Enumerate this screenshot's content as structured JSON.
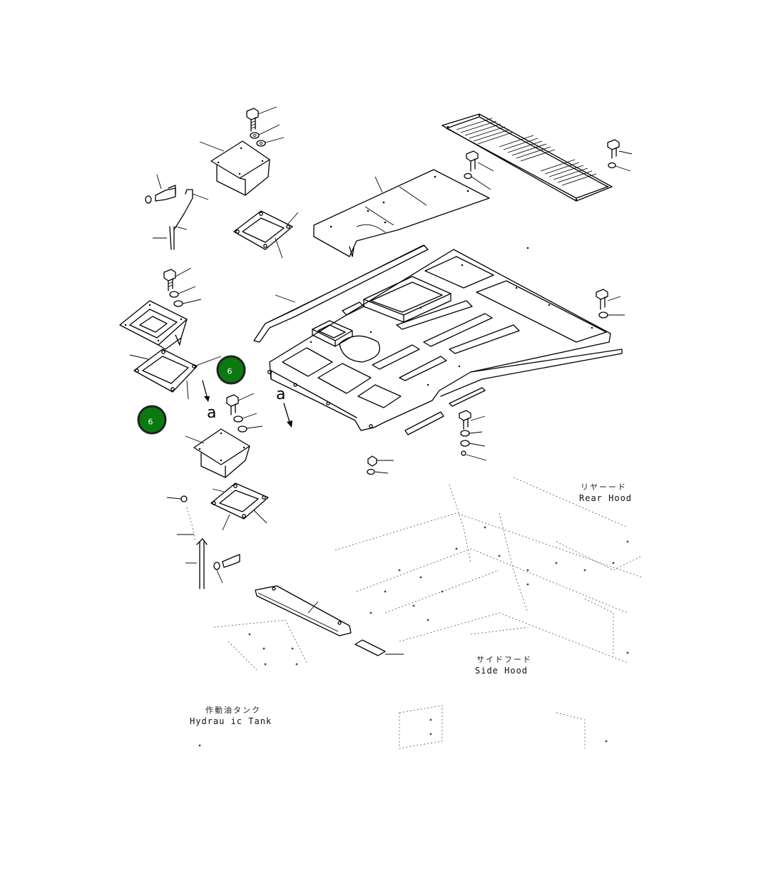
{
  "callouts": [
    {
      "label": "6",
      "color": "#0a7a10"
    },
    {
      "label": "6",
      "color": "#0a7a10"
    }
  ],
  "view_markers": [
    "a",
    "a"
  ],
  "labels": {
    "rear_hood_jp": "リヤーード",
    "rear_hood_en": "Rear Hood",
    "side_hood_jp": "サイドフード",
    "side_hood_en": "Side Hood",
    "hydraulic_tank_jp": "作動油タンク",
    "hydraulic_tank_en": "Hydrau ic Tank"
  }
}
